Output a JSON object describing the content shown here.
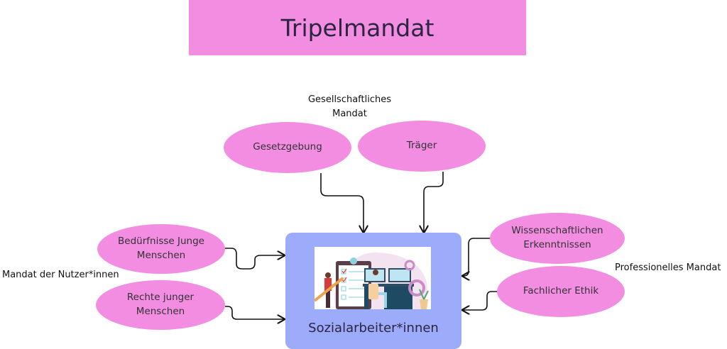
{
  "title": "Tripelmandat",
  "center": {
    "label": "Sozialarbeiter*innen"
  },
  "groups": {
    "societal": "Gesellschaftliches Mandat",
    "users": "Mandat der Nutzer*innen",
    "professional": "Professionelles Mandat"
  },
  "nodes": {
    "gesetzgebung": "Gesetzgebung",
    "traeger": "Träger",
    "beduerfnisse": "Bedürfnisse Junge Menschen",
    "rechte": "Rechte junger Menschen",
    "wissenschaft": "Wissenschaftlichen Erkenntnissen",
    "ethik": "Fachlicher Ethik"
  },
  "colors": {
    "node": "#f28de2",
    "center": "#9dabfb"
  }
}
